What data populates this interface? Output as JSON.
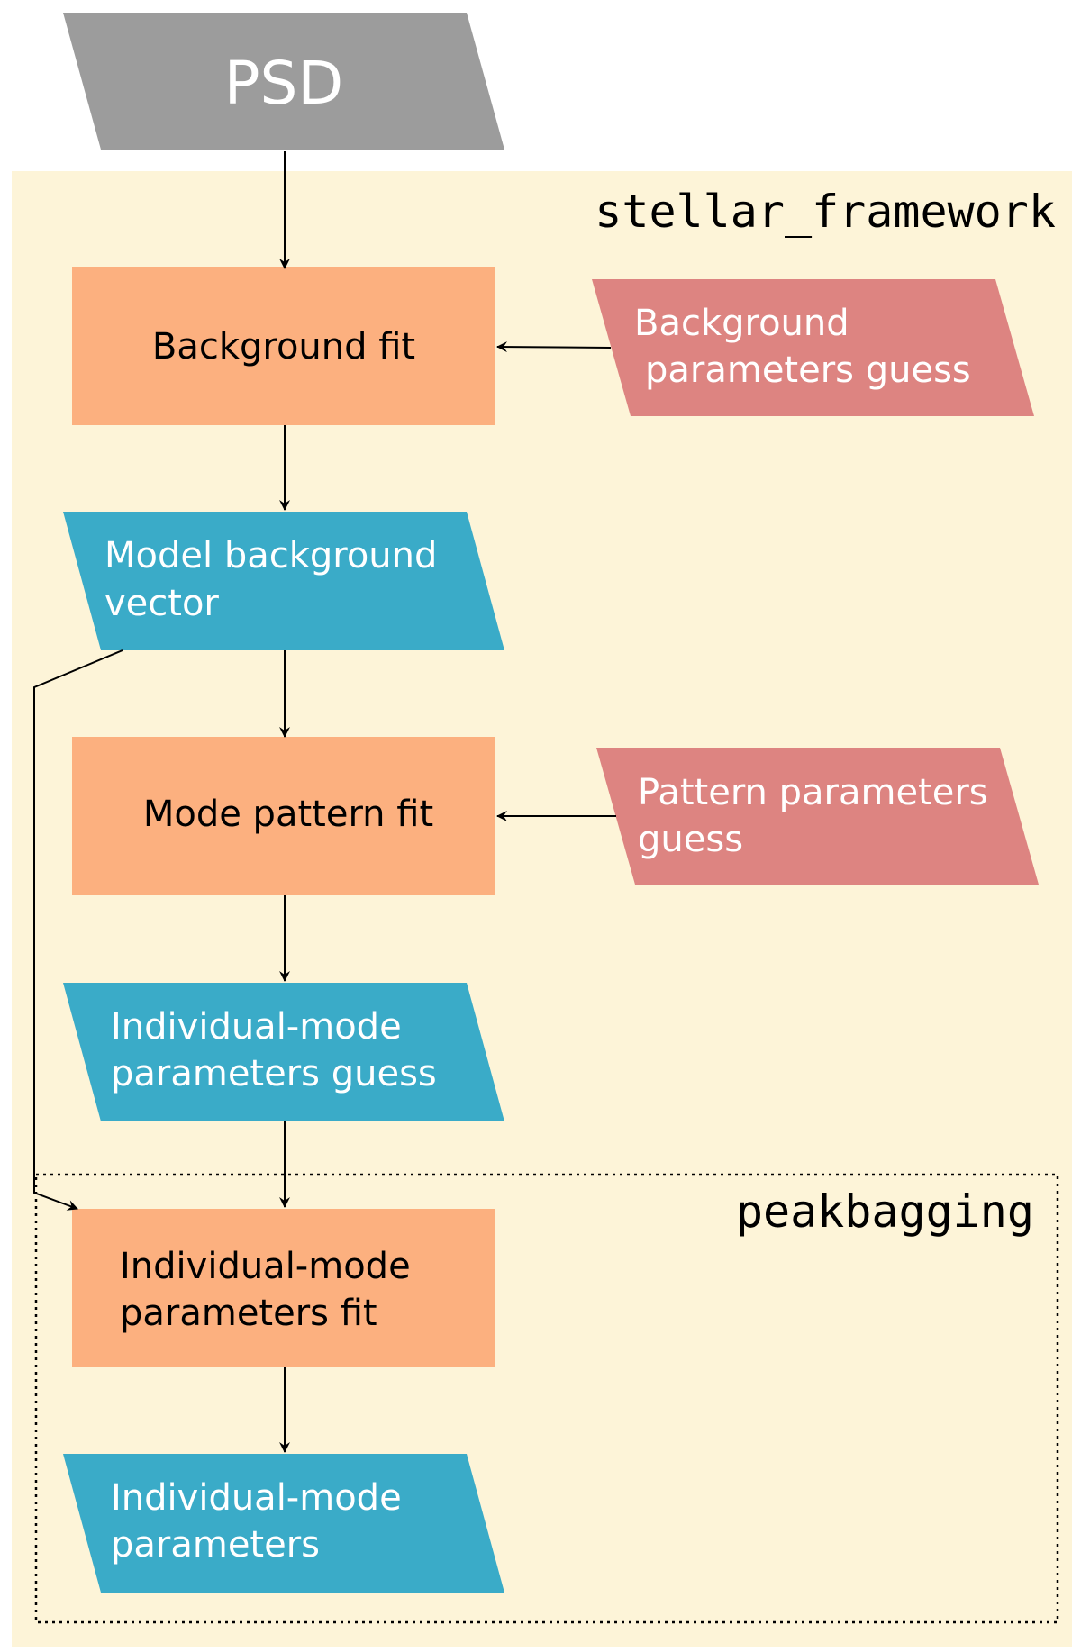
{
  "colors": {
    "input": "#9c9c9c",
    "framework_bg": "#fdf4d8",
    "process": "#fcb07f",
    "data": "#3aabc8",
    "guess": "#dd8481",
    "arrow": "#000000",
    "white_text": "#ffffff",
    "dark_text": "#000000"
  },
  "input": {
    "label": "PSD"
  },
  "frameworks": {
    "stellar": "stellar_framework",
    "peakbagging": "peakbagging"
  },
  "nodes": {
    "background_fit": {
      "lines": [
        "Background fit"
      ]
    },
    "background_guess": {
      "lines": [
        "Background",
        "parameters guess"
      ]
    },
    "model_background": {
      "lines": [
        "Model background",
        "vector"
      ]
    },
    "mode_pattern_fit": {
      "lines": [
        "Mode pattern fit"
      ]
    },
    "pattern_guess": {
      "lines": [
        "Pattern parameters",
        "guess"
      ]
    },
    "individual_guess": {
      "lines": [
        "Individual-mode",
        "parameters guess"
      ]
    },
    "individual_fit": {
      "lines": [
        "Individual-mode",
        "parameters fit"
      ]
    },
    "individual_params": {
      "lines": [
        "Individual-mode",
        "parameters"
      ]
    }
  }
}
